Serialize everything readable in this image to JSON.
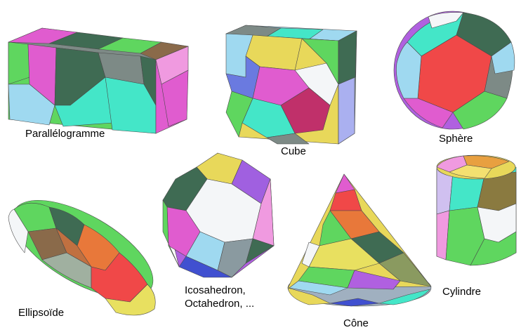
{
  "labels": {
    "parallelogram": "Parallélogramme",
    "cube": "Cube",
    "sphere": "Sphère",
    "ellipsoid": "Ellipsoïde",
    "icosahedron_line1": "Icosahedron,",
    "icosahedron_line2": "Octahedron, ...",
    "cone": "Cône",
    "cylinder": "Cylindre"
  },
  "palette": {
    "green": "#5fd65f",
    "magenta": "#e05ccf",
    "cyan": "#44e6c8",
    "dark_green": "#3f6b53",
    "gray": "#7d8a86",
    "yellow": "#e8d85a",
    "red": "#f04848",
    "white": "#f4f6f8",
    "light_blue": "#9fd9f0",
    "orange": "#e8783a",
    "brown": "#8a6a4a",
    "blue": "#4050d0",
    "pink": "#f09ae0",
    "violet": "#b060e0"
  }
}
